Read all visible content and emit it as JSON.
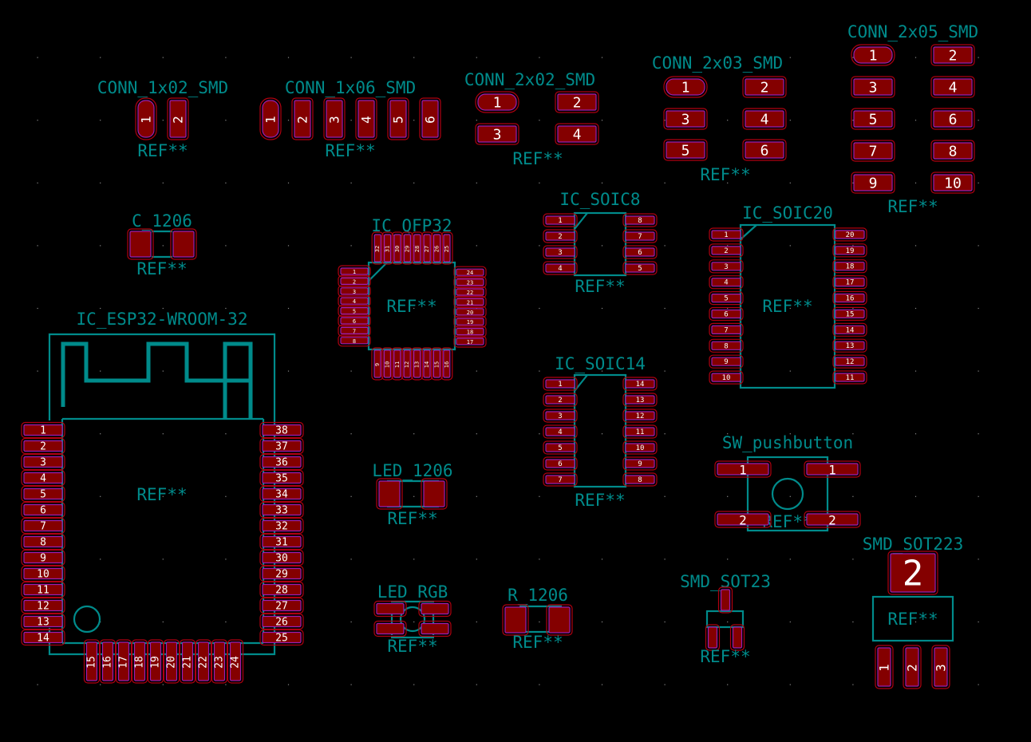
{
  "app": {
    "view": "PCB footprint layout"
  },
  "colors": {
    "background": "#000000",
    "pad_fill": "#840000",
    "pad_outline": "#9a1fb0",
    "pad_clearance": "#b00010",
    "silkscreen": "#008b8b",
    "pad_number": "#ffffff",
    "grid": "#8a8a8a"
  },
  "footprints": [
    {
      "id": "conn_1x02",
      "name": "CONN_1x02_SMD",
      "ref": "REF**",
      "pads": [
        "1",
        "2"
      ]
    },
    {
      "id": "conn_1x06",
      "name": "CONN_1x06_SMD",
      "ref": "REF**",
      "pads": [
        "1",
        "2",
        "3",
        "4",
        "5",
        "6"
      ]
    },
    {
      "id": "conn_2x02",
      "name": "CONN_2x02_SMD",
      "ref": "REF**",
      "pads": [
        "1",
        "2",
        "3",
        "4"
      ]
    },
    {
      "id": "conn_2x03",
      "name": "CONN_2x03_SMD",
      "ref": "REF**",
      "pads": [
        "1",
        "2",
        "3",
        "4",
        "5",
        "6"
      ]
    },
    {
      "id": "conn_2x05",
      "name": "CONN_2x05_SMD",
      "ref": "REF**",
      "pads": [
        "1",
        "2",
        "3",
        "4",
        "5",
        "6",
        "7",
        "8",
        "9",
        "10"
      ]
    },
    {
      "id": "c_1206",
      "name": "C_1206",
      "ref": "REF**",
      "pads": [
        "",
        ""
      ]
    },
    {
      "id": "ic_qfp32",
      "name": "IC_QFP32",
      "ref": "REF**",
      "pads": [
        "1",
        "2",
        "3",
        "4",
        "5",
        "6",
        "7",
        "8",
        "9",
        "10",
        "11",
        "12",
        "13",
        "14",
        "15",
        "16",
        "17",
        "18",
        "19",
        "20",
        "21",
        "22",
        "23",
        "24",
        "25",
        "26",
        "27",
        "28",
        "29",
        "30",
        "31",
        "32"
      ]
    },
    {
      "id": "ic_soic8",
      "name": "IC_SOIC8",
      "ref": "REF**",
      "pads": [
        "1",
        "2",
        "3",
        "4",
        "5",
        "6",
        "7",
        "8"
      ]
    },
    {
      "id": "ic_soic20",
      "name": "IC_SOIC20",
      "ref": "REF**",
      "pads": [
        "1",
        "2",
        "3",
        "4",
        "5",
        "6",
        "7",
        "8",
        "9",
        "10",
        "11",
        "12",
        "13",
        "14",
        "15",
        "16",
        "17",
        "18",
        "19",
        "20"
      ]
    },
    {
      "id": "ic_esp32",
      "name": "IC_ESP32-WROOM-32",
      "ref": "REF**",
      "pads": [
        "1",
        "2",
        "3",
        "4",
        "5",
        "6",
        "7",
        "8",
        "9",
        "10",
        "11",
        "12",
        "13",
        "14",
        "15",
        "16",
        "17",
        "18",
        "19",
        "20",
        "21",
        "22",
        "23",
        "24",
        "25",
        "26",
        "27",
        "28",
        "29",
        "30",
        "31",
        "32",
        "33",
        "34",
        "35",
        "36",
        "37",
        "38"
      ]
    },
    {
      "id": "ic_soic14",
      "name": "IC_SOIC14",
      "ref": "REF**",
      "pads": [
        "1",
        "2",
        "3",
        "4",
        "5",
        "6",
        "7",
        "8",
        "9",
        "10",
        "11",
        "12",
        "13",
        "14"
      ]
    },
    {
      "id": "led_1206",
      "name": "LED_1206",
      "ref": "REF**",
      "pads": [
        "",
        ""
      ]
    },
    {
      "id": "sw_pushbutton",
      "name": "SW_pushbutton",
      "ref": "REF**",
      "pads": [
        "1",
        "1",
        "2",
        "2"
      ]
    },
    {
      "id": "smd_sot223",
      "name": "SMD_SOT223",
      "ref": "REF**",
      "pads": [
        "1",
        "2",
        "3",
        "2"
      ]
    },
    {
      "id": "led_rgb",
      "name": "LED_RGB",
      "ref": "REF**",
      "pads": [
        "",
        "",
        "",
        ""
      ]
    },
    {
      "id": "r_1206",
      "name": "R_1206",
      "ref": "REF**",
      "pads": [
        "",
        ""
      ]
    },
    {
      "id": "smd_sot23",
      "name": "SMD_SOT23",
      "ref": "REF**",
      "pads": [
        "",
        "",
        ""
      ]
    }
  ]
}
